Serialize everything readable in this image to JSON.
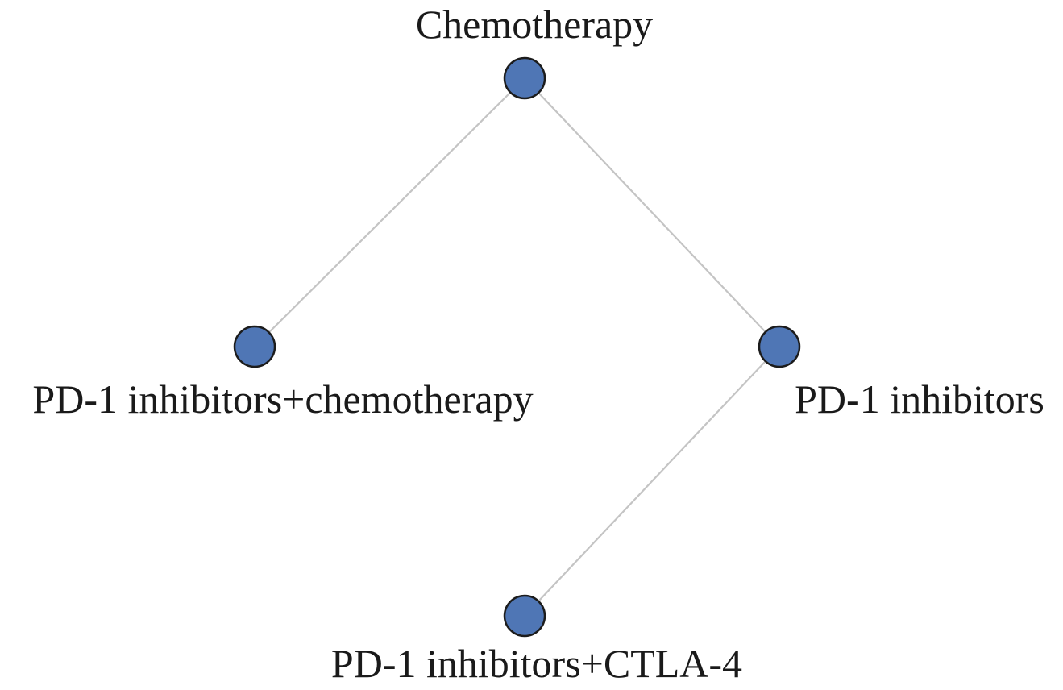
{
  "diagram": {
    "node_color": "#4f76b5",
    "edge_color": "#c4c4c4",
    "nodes": {
      "chemotherapy": {
        "label": "Chemotherapy"
      },
      "pd1_chemo": {
        "label": "PD-1 inhibitors+chemotherapy"
      },
      "pd1": {
        "label": "PD-1 inhibitors"
      },
      "pd1_ctla4": {
        "label": "PD-1 inhibitors+CTLA-4"
      }
    },
    "edges": [
      {
        "from": "Chemotherapy",
        "to": "PD-1 inhibitors+chemotherapy"
      },
      {
        "from": "Chemotherapy",
        "to": "PD-1 inhibitors"
      },
      {
        "from": "PD-1 inhibitors",
        "to": "PD-1 inhibitors+CTLA-4"
      }
    ]
  }
}
